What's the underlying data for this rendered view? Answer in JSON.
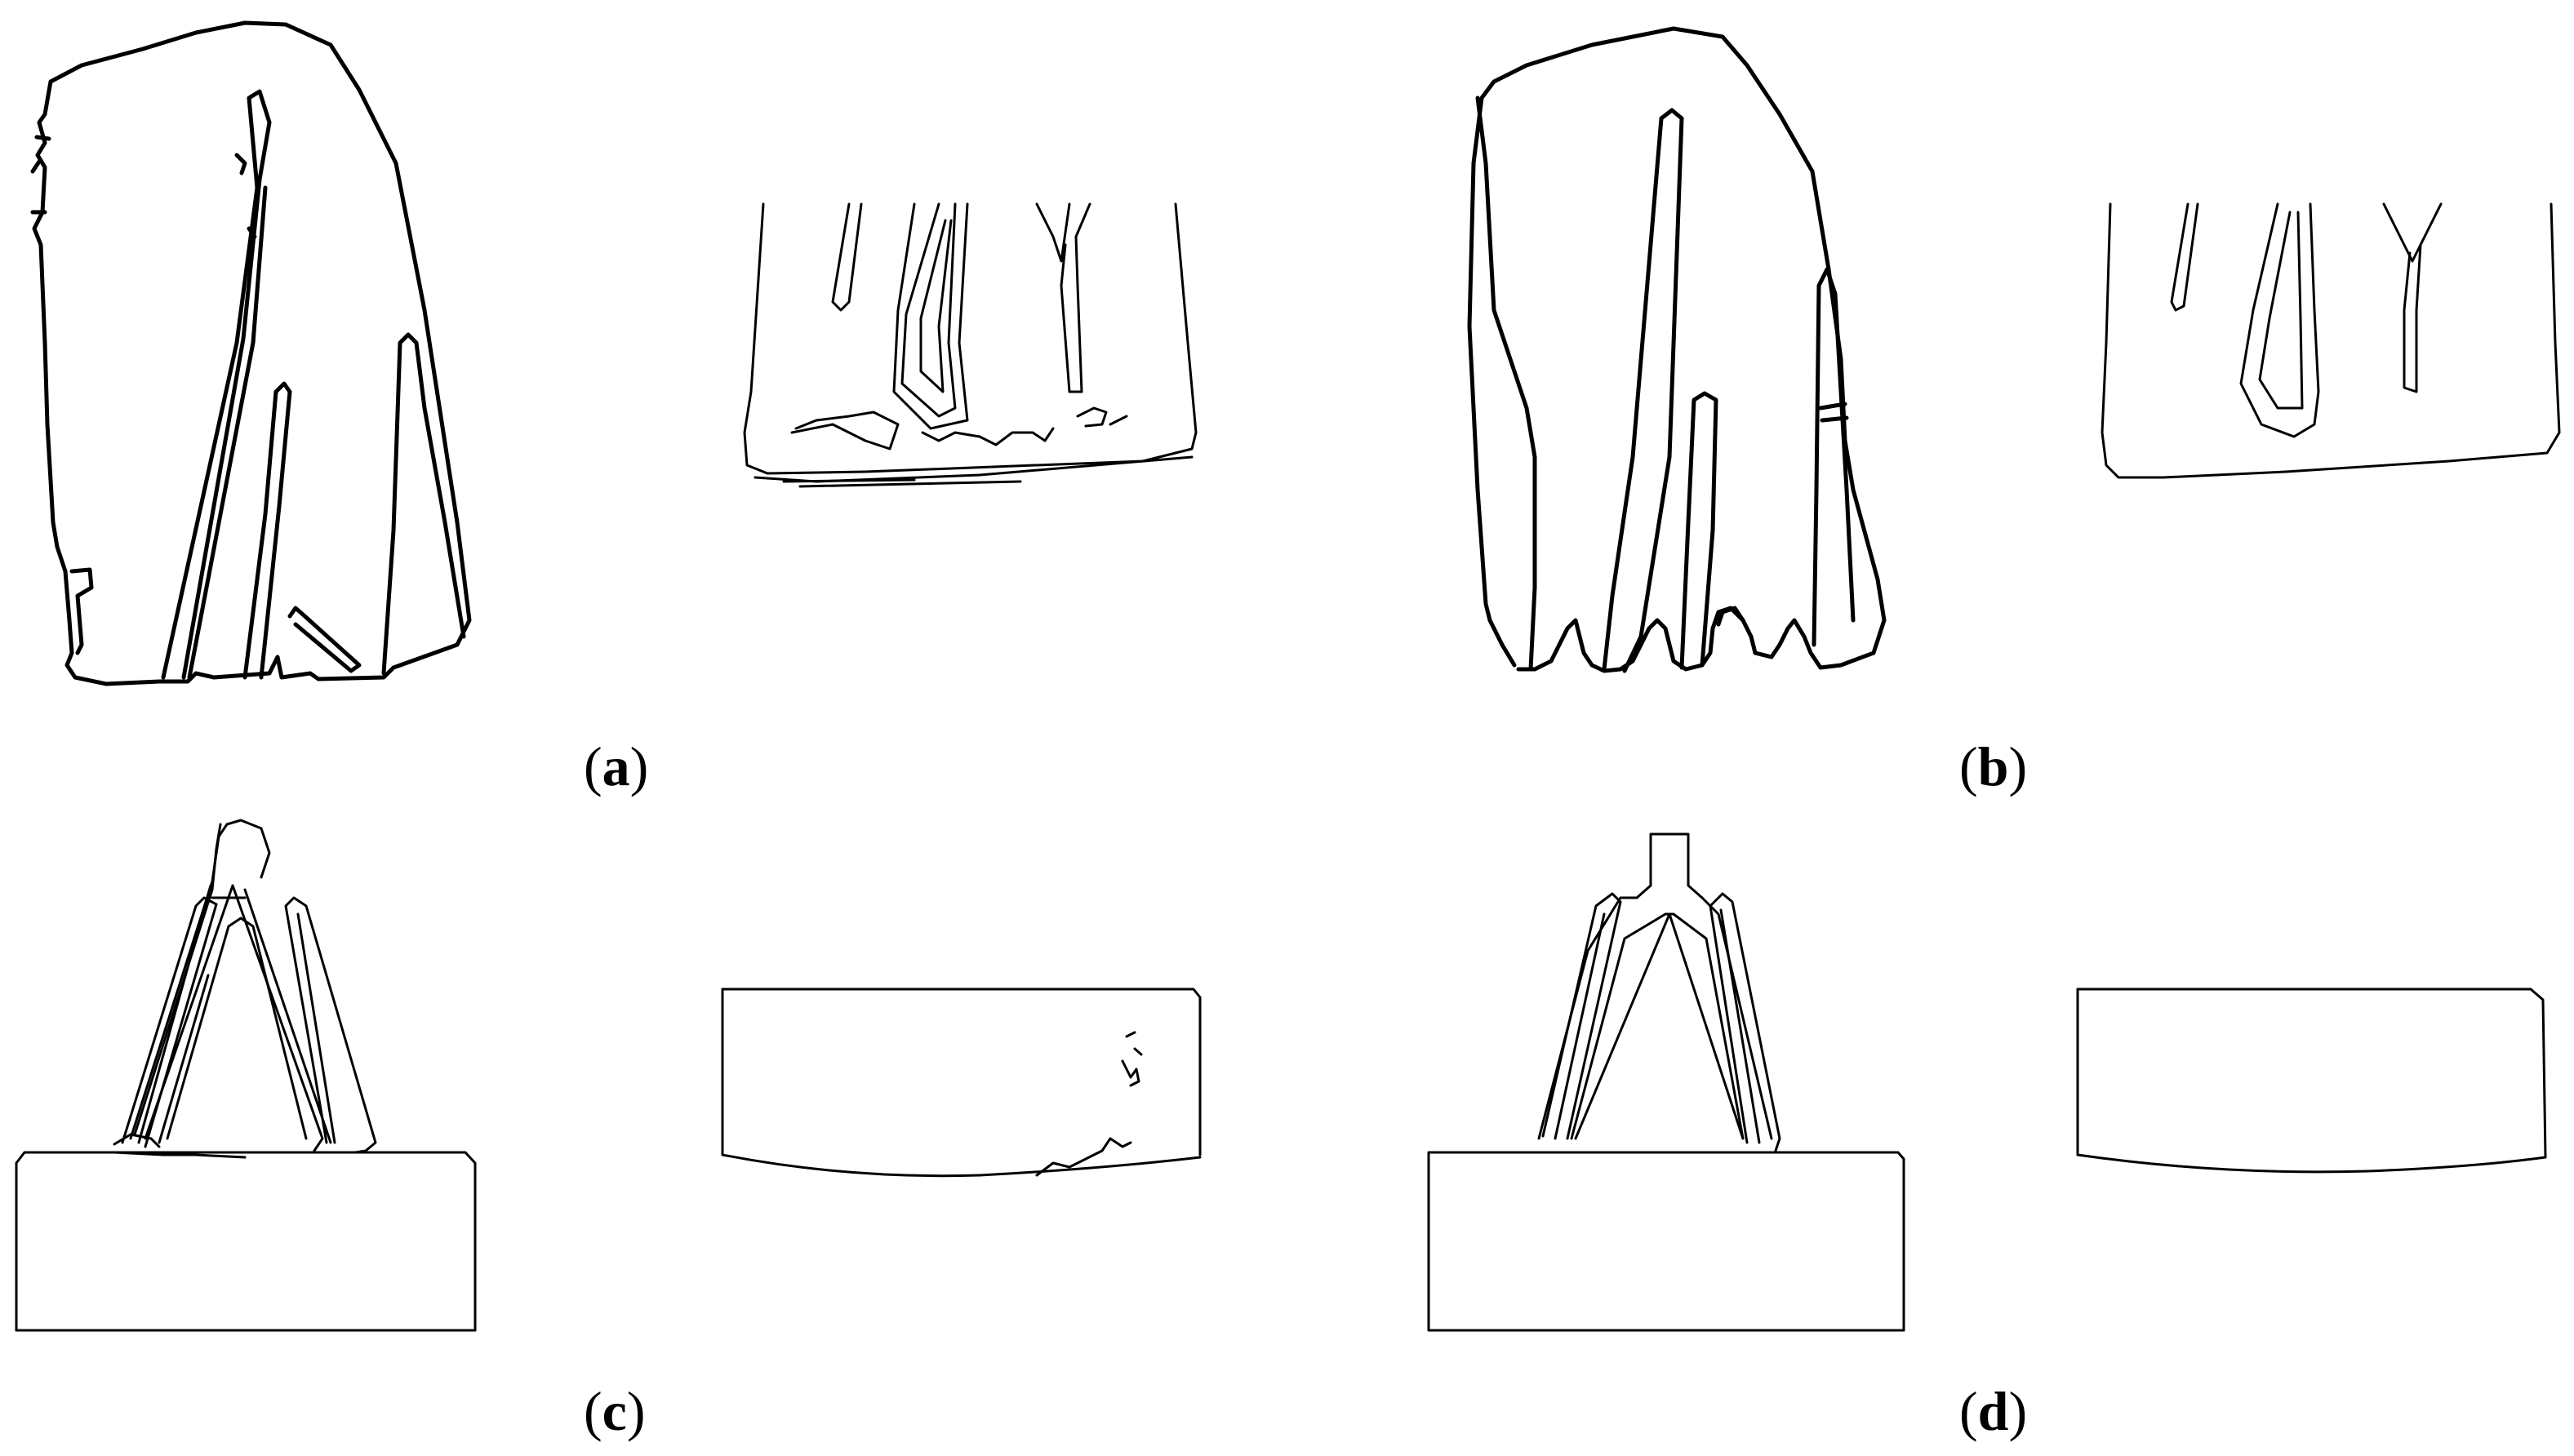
{
  "panels": [
    {
      "id": "a",
      "label": "a"
    },
    {
      "id": "b",
      "label": "b"
    },
    {
      "id": "c",
      "label": "c"
    },
    {
      "id": "d",
      "label": "d"
    }
  ],
  "colors": {
    "background": "#ffffff",
    "stroke": "#000000",
    "stroke_light": "#444444"
  }
}
